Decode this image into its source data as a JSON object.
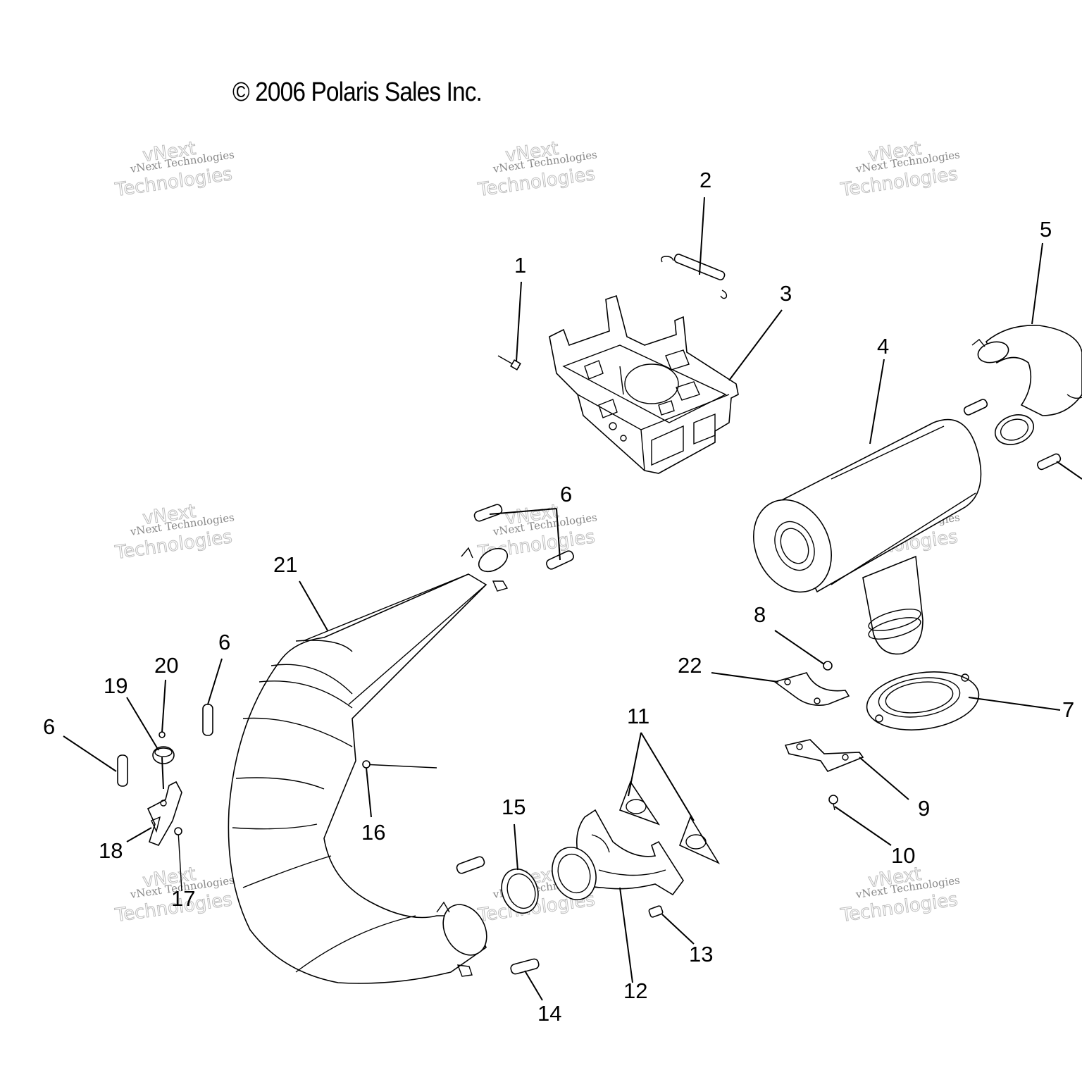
{
  "copyright": "© 2006 Polaris Sales Inc.",
  "watermark": {
    "line1": "vNext Technologies",
    "line2": "vNext",
    "line3": "Technologies"
  },
  "callouts": {
    "c1": "1",
    "c2": "2",
    "c3": "3",
    "c4": "4",
    "c5": "5",
    "c6a": "6",
    "c6b": "6",
    "c6c": "6",
    "c7": "7",
    "c8": "8",
    "c9": "9",
    "c10": "10",
    "c11": "11",
    "c12": "12",
    "c13": "13",
    "c14": "14",
    "c15": "15",
    "c16": "16",
    "c17": "17",
    "c18": "18",
    "c19": "19",
    "c20": "20",
    "c21": "21",
    "c22": "22"
  }
}
